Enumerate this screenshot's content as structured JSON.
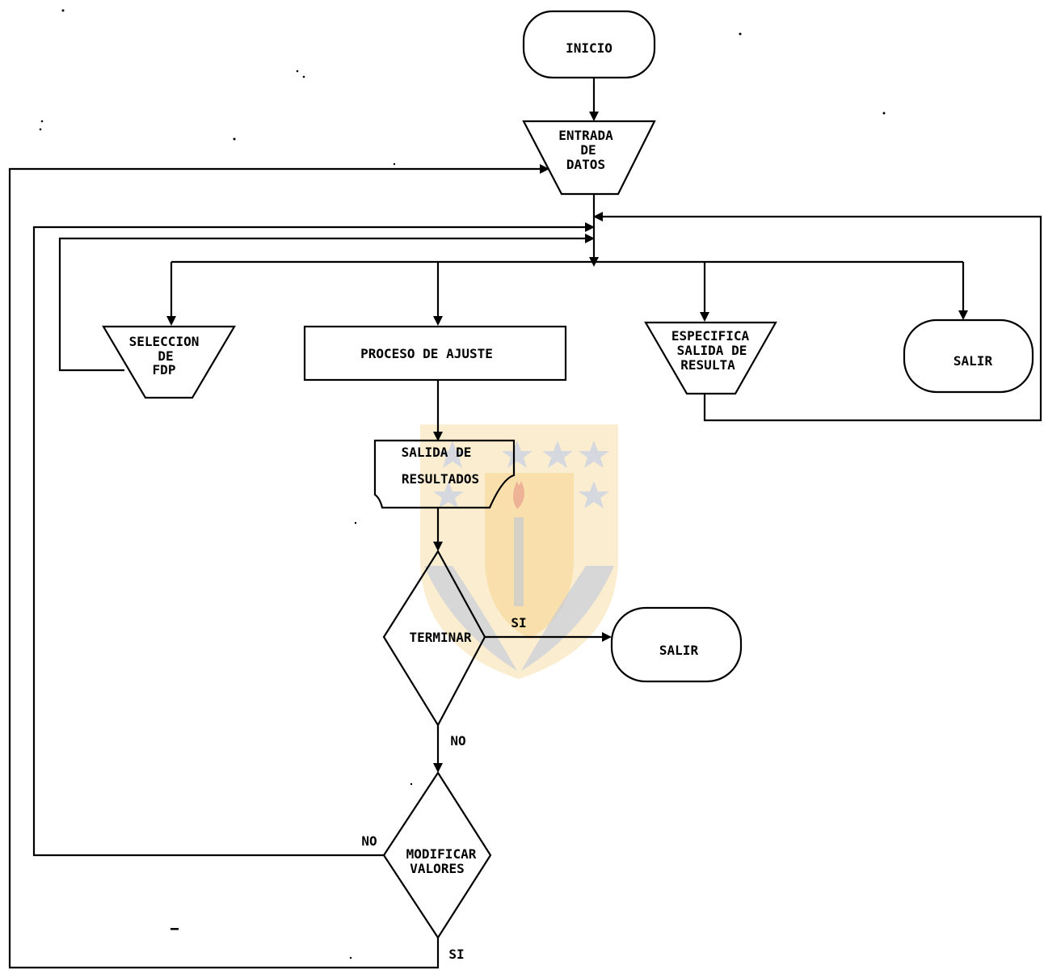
{
  "nodes": {
    "inicio": "INICIO",
    "entrada": [
      "ENTRADA",
      "DE",
      "DATOS"
    ],
    "seleccion": [
      "SELECCION",
      "DE",
      "FDP"
    ],
    "proceso": "PROCESO DE AJUSTE",
    "especifica": [
      "ESPECIFICA",
      "SALIDA DE",
      "RESULTA"
    ],
    "salir_top": "SALIR",
    "salida_resultados": [
      "SALIDA DE",
      "RESULTADOS"
    ],
    "terminar": "TERMINAR",
    "salir_bottom": "SALIR",
    "modificar": [
      "MODIFICAR",
      "VALORES"
    ]
  },
  "edges": {
    "terminar_yes": "SI",
    "terminar_no": "NO",
    "modificar_no": "NO",
    "modificar_yes": "SI"
  },
  "colors": {
    "ink": "#000000",
    "watermark_gold": "#f3cf7f",
    "watermark_blue": "#b9c4de",
    "watermark_red": "#e8948a"
  }
}
